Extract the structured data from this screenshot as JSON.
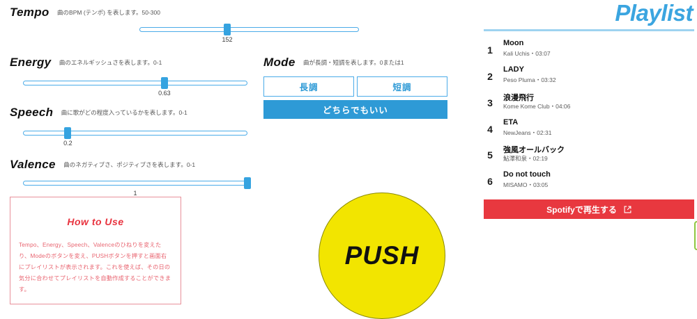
{
  "colors": {
    "accent_blue": "#35a3e0",
    "title_blue": "#3ba5e0",
    "red": "#e8383f",
    "pink_border": "#e8909a",
    "yellow": "#f2e500",
    "green": "#8ec63f"
  },
  "params": [
    {
      "name": "Tempo",
      "desc": "曲のBPM (テンポ) を表します。50-300",
      "value": "152",
      "percent": 40
    },
    {
      "name": "Energy",
      "desc": "曲のエネルギッシュさを表します。0-1",
      "value": "0.63",
      "percent": 63
    },
    {
      "name": "Speech",
      "desc": "曲に歌がどの程度入っているかを表します。0-1",
      "value": "0.2",
      "percent": 20
    },
    {
      "name": "Valence",
      "desc": "曲のネガティブさ、ポジティブさを表します。0-1",
      "value": "1",
      "percent": 100
    }
  ],
  "mode": {
    "title": "Mode",
    "desc": "曲が長調・短調を表します。0または1",
    "major_label": "長調",
    "minor_label": "短調",
    "either_label": "どちらでもいい"
  },
  "howto": {
    "title": "How to Use",
    "body": "Tempo、Energy、Speech、Valenceのひねりを変えたり、Modeのボタンを変え、PUSHボタンを押すと画面右にプレイリストが表示されます。これを使えば、その日の気分に合わせてプレイリストを自動作成することができます。"
  },
  "push": {
    "label": "PUSH"
  },
  "playlist": {
    "title": "Playlist",
    "tracks": [
      {
        "num": "1",
        "name": "Moon",
        "meta": "Kali Uchis・03:07"
      },
      {
        "num": "2",
        "name": "LADY",
        "meta": "Peso Pluma・03:32"
      },
      {
        "num": "3",
        "name": "浪漫飛行",
        "meta": "Kome Kome Club・04:06"
      },
      {
        "num": "4",
        "name": "ETA",
        "meta": "NewJeans・02:31"
      },
      {
        "num": "5",
        "name": "強風オールバック",
        "meta": "鮎澤和泉・02:19"
      },
      {
        "num": "6",
        "name": "Do not touch",
        "meta": "MISAMO・03:05"
      }
    ],
    "spotify_label": "Spotifyで再生する",
    "spotify_icon": "external-link-icon"
  }
}
